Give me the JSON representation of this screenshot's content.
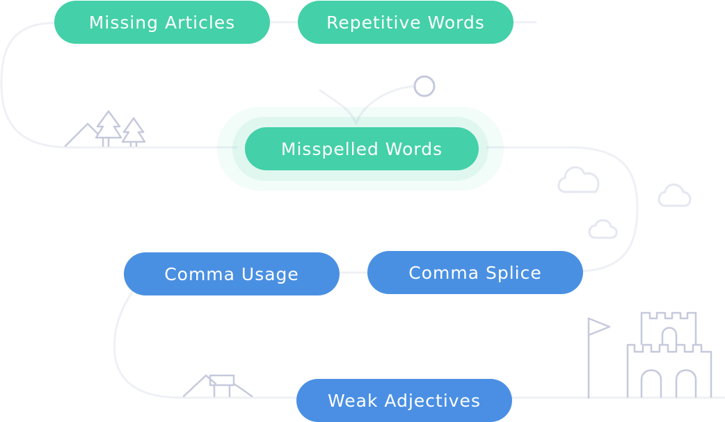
{
  "path_color": "#eef0f5",
  "deco_color": "#c5c9dc",
  "accent_green": "#44d0a8",
  "accent_blue": "#4a90e2",
  "nodes": {
    "missing_articles": {
      "label": "Missing Articles",
      "state": "done",
      "color": "#44d0a8"
    },
    "repetitive_words": {
      "label": "Repetitive Words",
      "state": "done",
      "color": "#44d0a8"
    },
    "misspelled_words": {
      "label": "Misspelled Words",
      "state": "current",
      "color": "#44d0a8"
    },
    "comma_usage": {
      "label": "Comma Usage",
      "state": "upcoming",
      "color": "#4a90e2"
    },
    "comma_splice": {
      "label": "Comma Splice",
      "state": "upcoming",
      "color": "#4a90e2"
    },
    "weak_adjectives": {
      "label": "Weak Adjectives",
      "state": "upcoming",
      "color": "#4a90e2"
    }
  },
  "decorations": [
    "mountain-trees-icon",
    "balloon-icon",
    "cloud-icon",
    "house-icon",
    "flag-icon",
    "castle-icon"
  ]
}
